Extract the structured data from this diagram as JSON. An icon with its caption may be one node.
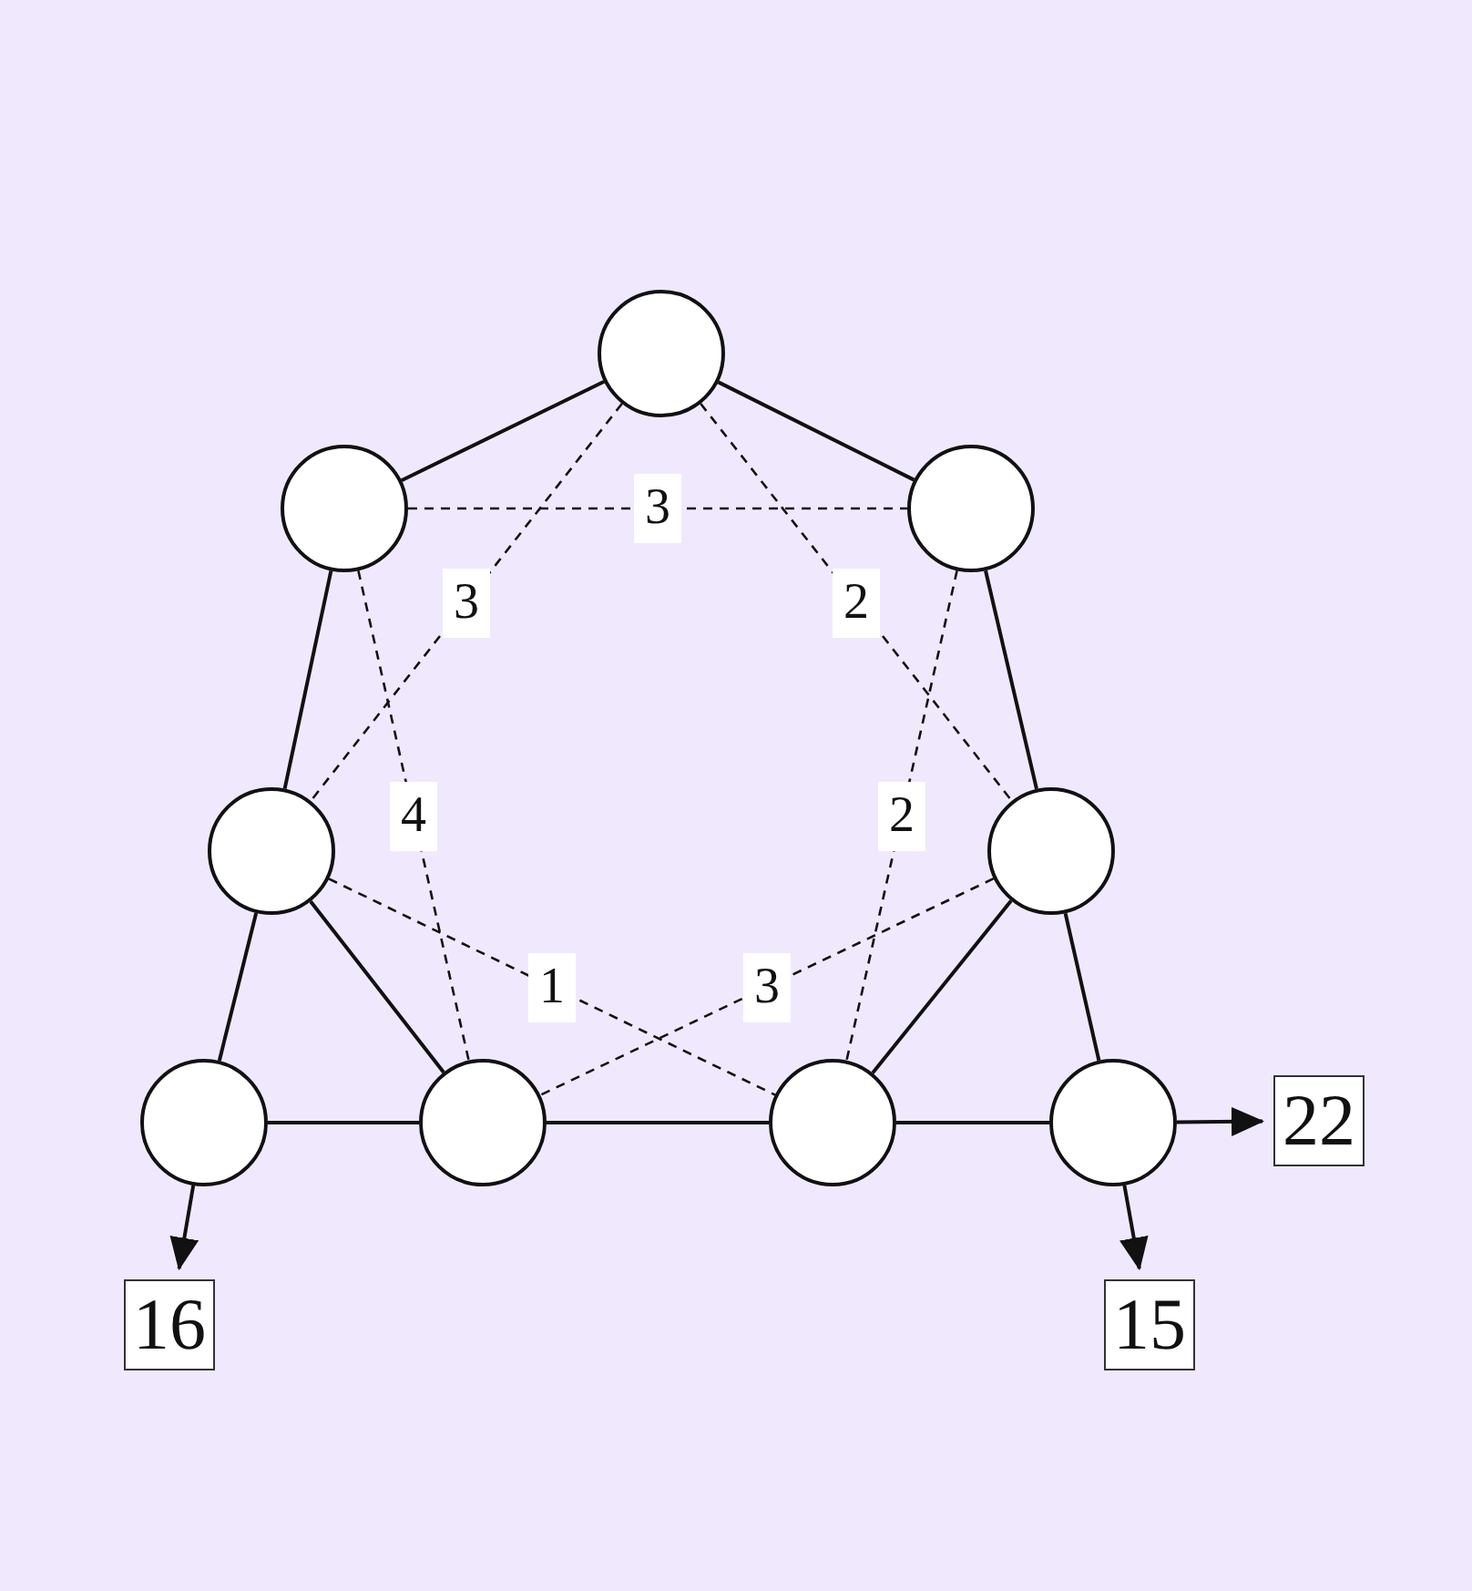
{
  "diagram": {
    "nodes": [
      {
        "text": [],
        "shape": "circle"
      },
      {
        "text": [],
        "shape": "circle"
      },
      {
        "text": [],
        "shape": "circle"
      },
      {
        "text": [],
        "shape": "circle"
      },
      {
        "text": [],
        "shape": "circle"
      },
      {
        "text": [],
        "shape": "circle"
      },
      {
        "text": [],
        "shape": "circle"
      },
      {
        "text": [],
        "shape": "circle"
      },
      {
        "text": [],
        "shape": "circle"
      },
      {
        "text": [
          "22"
        ]
      },
      {
        "text": [
          "16"
        ]
      },
      {
        "text": [
          "15"
        ]
      }
    ],
    "edges": [
      {
        "from": 0,
        "to": 1,
        "arrow": "none"
      },
      {
        "from": 0,
        "to": 2,
        "arrow": "none"
      },
      {
        "from": 1,
        "to": 2,
        "arrow": "none",
        "style": "dashed",
        "label": "3"
      },
      {
        "from": 0,
        "to": 3,
        "arrow": "none",
        "style": "dashed",
        "label": "3"
      },
      {
        "from": 0,
        "to": 4,
        "arrow": "none",
        "style": "dashed",
        "label": "2"
      },
      {
        "from": 1,
        "to": 3,
        "arrow": "none"
      },
      {
        "from": 2,
        "to": 4,
        "arrow": "none"
      },
      {
        "from": 1,
        "to": 6,
        "arrow": "none",
        "style": "dashed",
        "label": "4"
      },
      {
        "from": 2,
        "to": 7,
        "arrow": "none",
        "style": "dashed",
        "label": "2"
      },
      {
        "from": 3,
        "to": 5,
        "arrow": "none"
      },
      {
        "from": 3,
        "to": 6,
        "arrow": "none"
      },
      {
        "from": 3,
        "to": 7,
        "arrow": "none",
        "style": "dashed",
        "label": "1"
      },
      {
        "from": 4,
        "to": 6,
        "arrow": "none",
        "style": "dashed",
        "label": "3"
      },
      {
        "from": 4,
        "to": 7,
        "arrow": "none"
      },
      {
        "from": 4,
        "to": 8,
        "arrow": "none"
      },
      {
        "from": 5,
        "to": 6,
        "arrow": "none"
      },
      {
        "from": 6,
        "to": 7,
        "arrow": "none"
      },
      {
        "from": 7,
        "to": 8,
        "arrow": "none"
      },
      {
        "from": 8,
        "to": 9,
        "arrow": "to"
      },
      {
        "from": 5,
        "to": 10,
        "arrow": "to"
      },
      {
        "from": 8,
        "to": 11,
        "arrow": "to"
      }
    ]
  }
}
